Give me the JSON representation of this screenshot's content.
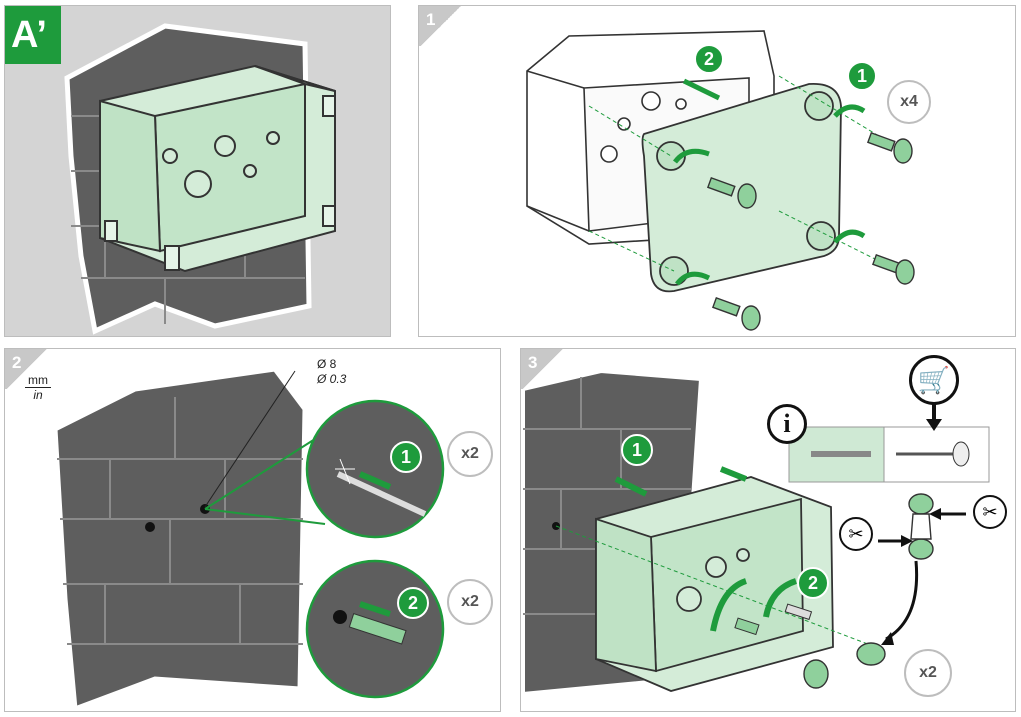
{
  "panels": {
    "a": {
      "tag": "A’"
    },
    "p1": {
      "tag": "1",
      "step1": "1",
      "step2": "2",
      "qty": "x4"
    },
    "p2": {
      "tag": "2",
      "unit_top": "mm",
      "unit_bottom": "in",
      "dia_mm": "Ø 8",
      "dia_in": "Ø 0.3",
      "step1": "1",
      "step2": "2",
      "qty1": "x2",
      "qty2": "x2"
    },
    "p3": {
      "tag": "3",
      "step1": "1",
      "step2": "2",
      "qty": "x2"
    }
  },
  "colors": {
    "accent": "#1e9b3c",
    "box_fill": "#d4ecd8",
    "wall": "#5e5e5e",
    "outline": "#333333"
  },
  "icons": [
    "cart-icon",
    "info-icon",
    "cutter-icon",
    "arrow-icon"
  ]
}
